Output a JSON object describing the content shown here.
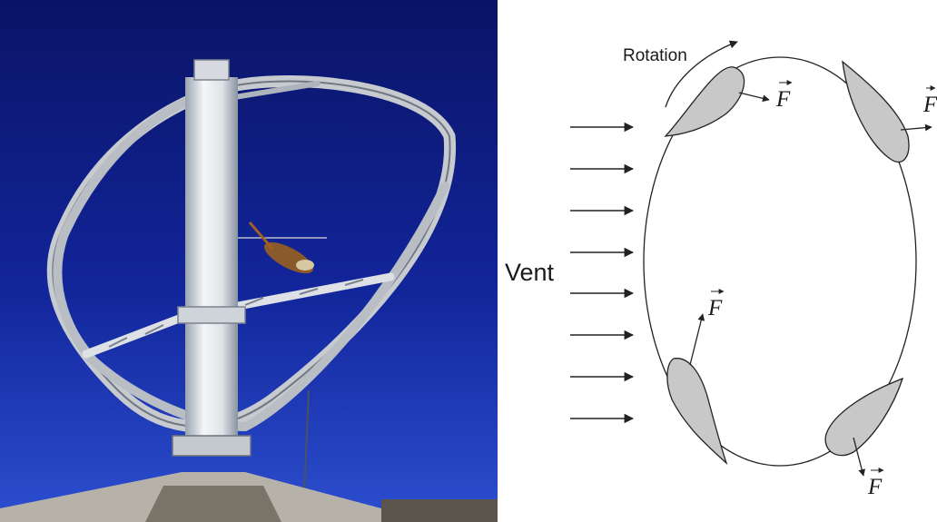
{
  "photo": {
    "subject": "darrieus-vertical-axis-wind-turbine-with-helicopter",
    "sky_color": "#0d1f7a",
    "tower_color": "#eef0f2",
    "blade_color": "#c9ccd0"
  },
  "diagram": {
    "rotation_label": "Rotation",
    "wind_label": "Vent",
    "force_label": "F",
    "wind_arrow_count": 8,
    "blade_fill": "#c8c8c8",
    "stroke_color": "#222222"
  }
}
